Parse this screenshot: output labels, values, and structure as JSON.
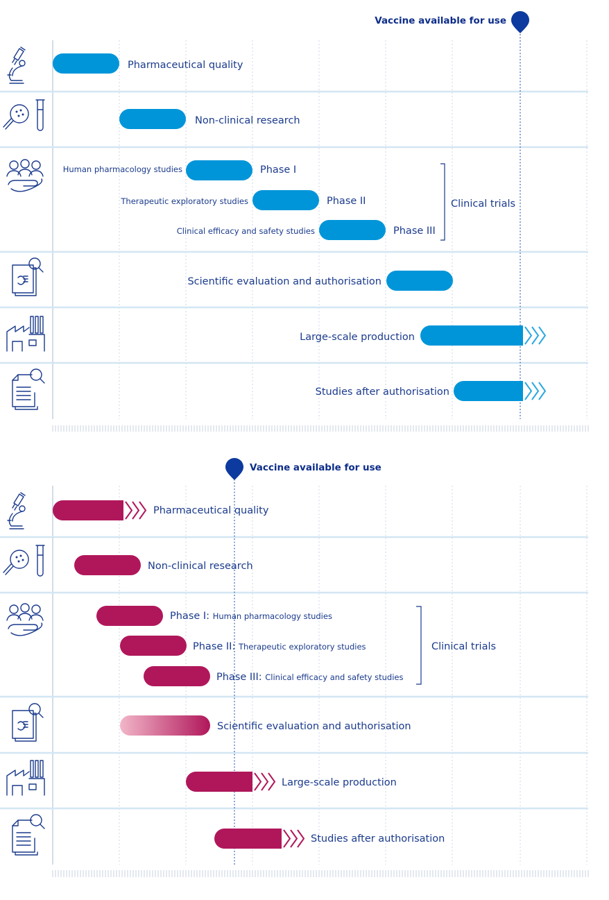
{
  "colors": {
    "text": "#1a3a8c",
    "marker": "#0d3a9e",
    "blue_bar": "#0095d9",
    "magenta_bar": "#b0175b",
    "magenta_light": "#f2b6c8",
    "row_divider": "#d3e6f3",
    "grid": "#cdd7e6"
  },
  "icons": [
    "microscope-icon",
    "magnifier-test-tube-icon",
    "people-hand-icon",
    "document-search-icon",
    "factory-icon",
    "clipboard-search-icon"
  ],
  "traditional": {
    "marker_label": "Vaccine available for use",
    "rows": [
      {
        "label": "Pharmaceutical quality"
      },
      {
        "label": "Non-clinical research"
      },
      {
        "label": "Scientific evaluation and authorisation"
      },
      {
        "label": "Large-scale production"
      },
      {
        "label": "Studies after authorisation"
      }
    ],
    "phases": [
      {
        "phase": "Phase I",
        "desc": "Human pharmacology studies"
      },
      {
        "phase": "Phase II",
        "desc": "Therapeutic exploratory studies"
      },
      {
        "phase": "Phase III",
        "desc": "Clinical efficacy and safety studies"
      }
    ],
    "group_label": "Clinical trials"
  },
  "accelerated": {
    "marker_label": "Vaccine available for use",
    "rows": [
      {
        "label": "Pharmaceutical quality"
      },
      {
        "label": "Non-clinical research"
      },
      {
        "label": "Scientific evaluation and authorisation"
      },
      {
        "label": "Large-scale production"
      },
      {
        "label": "Studies after authorisation"
      }
    ],
    "phases": [
      {
        "phase": "Phase I: ",
        "desc": "Human pharmacology studies"
      },
      {
        "phase": "Phase II: ",
        "desc": "Therapeutic exploratory studies"
      },
      {
        "phase": "Phase III: ",
        "desc": "Clinical efficacy and safety studies"
      }
    ],
    "group_label": "Clinical trials"
  }
}
